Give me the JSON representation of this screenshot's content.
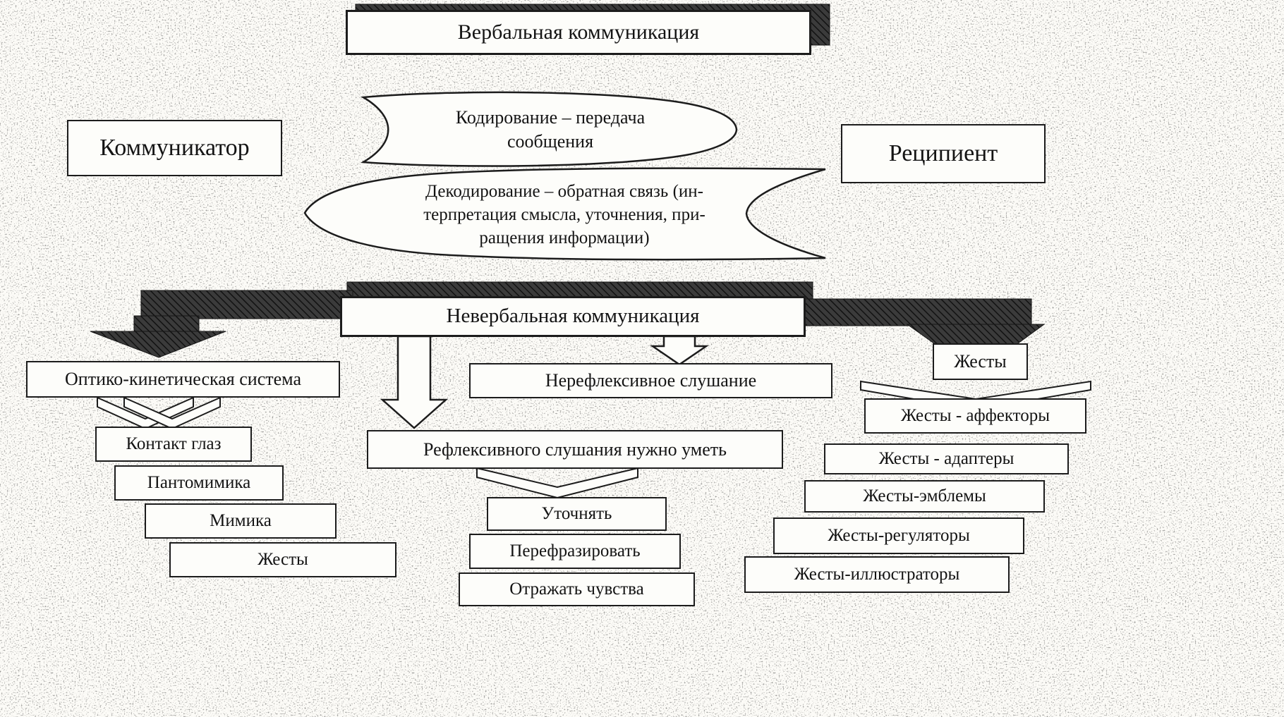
{
  "verbal": {
    "label": "Вербальная коммуникация"
  },
  "communicator": {
    "label": "Коммуникатор"
  },
  "recipient": {
    "label": "Реципиент"
  },
  "encode_ribbon": {
    "label": "Кодирование – передача\nсообщения"
  },
  "decode_ribbon": {
    "label": "Декодирование – обратная связь (ин-\nтерпретация смысла, уточнения, при-\nращения информации)"
  },
  "nonverbal": {
    "label": "Невербальная коммуникация"
  },
  "optical": {
    "title": "Оптико-кинетическая система",
    "items": [
      "Контакт глаз",
      "Пантомимика",
      "Мимика",
      "Жесты"
    ]
  },
  "listening": {
    "nonreflexive": "Нерефлексивное слушание",
    "reflexive": "Рефлексивного слушания нужно уметь",
    "skills": [
      "Уточнять",
      "Перефразировать",
      "Отражать чувства"
    ]
  },
  "gestures": {
    "title": "Жесты",
    "items": [
      "Жесты - аффекторы",
      "Жесты - адаптеры",
      "Жесты-эмблемы",
      "Жесты-регуляторы",
      "Жесты-иллюстраторы"
    ]
  },
  "colors": {
    "ink": "#1c1c1c",
    "paper": "#fcfbf7",
    "box_fill": "#fdfdfa",
    "hatch_dark": "#2f2f2f"
  }
}
